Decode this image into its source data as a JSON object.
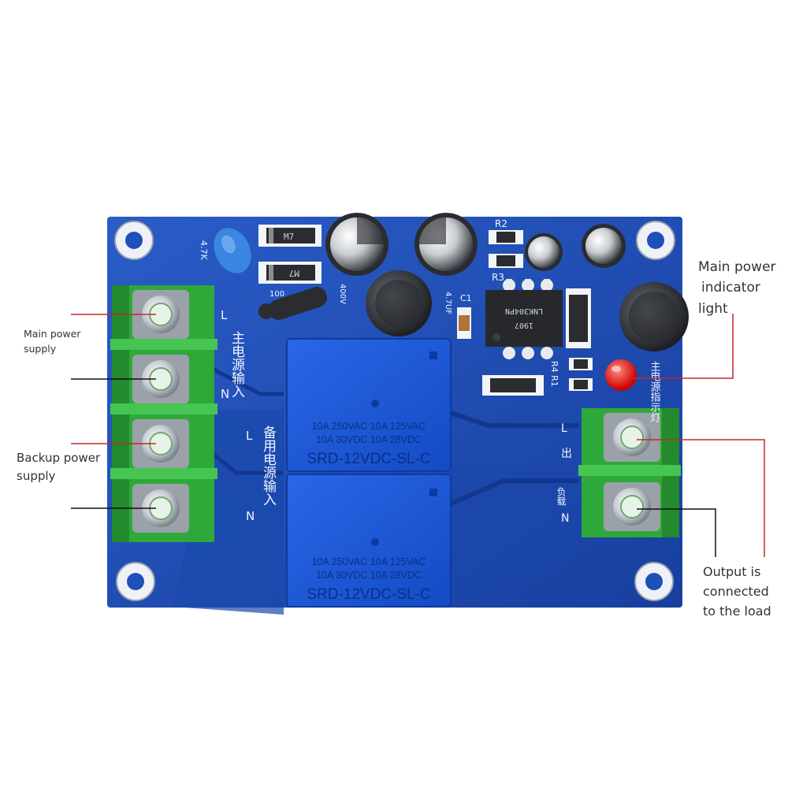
{
  "annotations": {
    "main_power_supply": [
      "Main power",
      "supply"
    ],
    "backup_power_supply": [
      "Backup power",
      "supply"
    ],
    "main_power_indicator": [
      "Main power",
      "indicator",
      "light"
    ],
    "output_to_load": [
      "Output is",
      "connected",
      "to the load"
    ]
  },
  "relays": [
    {
      "rating_line1": "10A 250VAC  10A 125VAC",
      "rating_line2": "10A  30VDC  10A  28VDC",
      "model": "SRD-12VDC-SL-C"
    },
    {
      "rating_line1": "10A 250VAC  10A 125VAC",
      "rating_line2": "10A  30VDC  10A  28VDC",
      "model": "SRD-12VDC-SL-C"
    }
  ],
  "silkscreen": {
    "main_input_cn": "主电源输入",
    "backup_input_cn": "备用电源输入",
    "output_cn": "出",
    "load_cn": "负载",
    "indicator_cn": "主电源指示灯",
    "L": "L",
    "N": "N",
    "resistor_value": "4.7K",
    "r2": "R2",
    "r3": "R3",
    "c1": "C1",
    "r4r1": "R4 R1",
    "cap_value": "4.7UF",
    "cap_voltage": "400V",
    "diode_code": "M7",
    "res_code": "100",
    "chip_line1": "LNK304PN",
    "chip_line2": "1907"
  },
  "colors": {
    "pcb": "#1f4fb8",
    "terminal": "#2fa83a",
    "relay": "#1b57d8",
    "callout_red": "#c62828",
    "callout_black": "#111111"
  }
}
